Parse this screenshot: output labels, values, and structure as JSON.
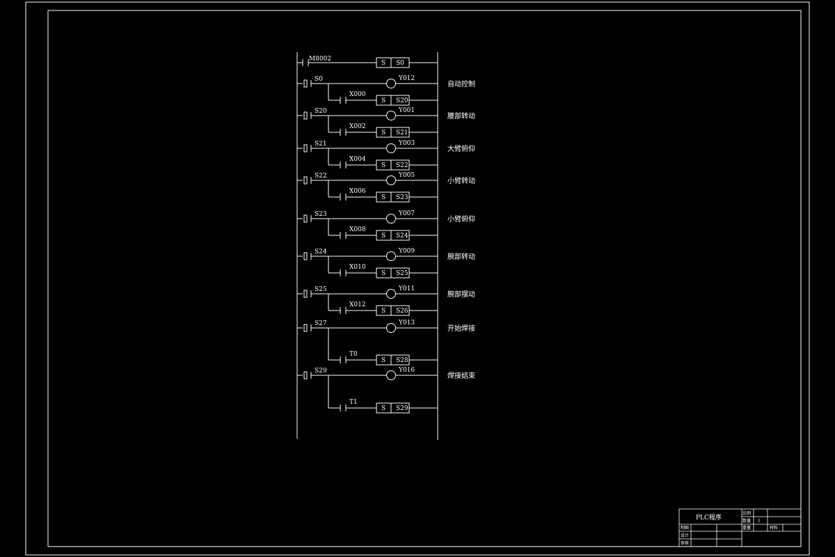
{
  "ladder": {
    "rungs": [
      {
        "contact": "M8002",
        "coil_type": "set",
        "coil": "S0",
        "comment": ""
      },
      {
        "contact": "S0",
        "coil": "Y012",
        "comment": "自动控制",
        "next_contact": "X000",
        "next_step": "S20"
      },
      {
        "contact": "S20",
        "coil": "Y001",
        "comment": "腰部转动",
        "next_contact": "X002",
        "next_step": "S21"
      },
      {
        "contact": "S21",
        "coil": "Y003",
        "comment": "大臂俯仰",
        "next_contact": "X004",
        "next_step": "S22"
      },
      {
        "contact": "S22",
        "coil": "Y005",
        "comment": "小臂转动",
        "next_contact": "X006",
        "next_step": "S23"
      },
      {
        "contact": "S23",
        "coil": "Y007",
        "comment": "小臂俯仰",
        "next_contact": "X008",
        "next_step": "S24"
      },
      {
        "contact": "S24",
        "coil": "Y009",
        "comment": "腕部转动",
        "next_contact": "X010",
        "next_step": "S25"
      },
      {
        "contact": "S25",
        "coil": "Y011",
        "comment": "腕部摆动",
        "next_contact": "X012",
        "next_step": "S26"
      },
      {
        "contact": "S27",
        "coil": "Y013",
        "comment": "开始焊接",
        "next_contact": "T0",
        "next_step": "S28"
      },
      {
        "contact": "S29",
        "coil": "Y016",
        "comment": "焊接结束",
        "next_contact": "T1",
        "next_step": "S29"
      }
    ],
    "set_symbol": "S"
  },
  "title_block": {
    "title": "PLC程序",
    "ratio_label": "比例",
    "count_label": "数量",
    "count_value": "1",
    "weight_label": "重量",
    "material_label": "材料",
    "drawn_label": "制图",
    "design_label": "设计",
    "review_label": "审核"
  }
}
